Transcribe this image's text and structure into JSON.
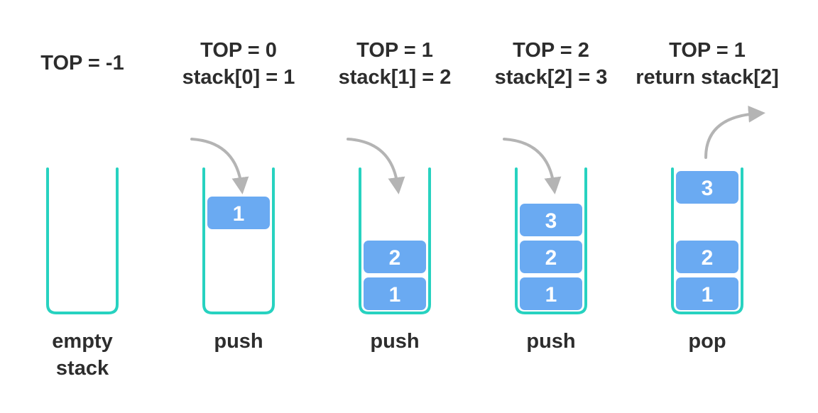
{
  "colors": {
    "container": "#27d2c0",
    "item": "#6aaaf2",
    "item_text": "#ffffff",
    "arrow": "#b4b4b4",
    "text": "#2d2d2d"
  },
  "states": [
    {
      "heading": [
        "TOP = -1"
      ],
      "items": [],
      "operation": [
        "empty",
        "stack"
      ],
      "arrow": "none"
    },
    {
      "heading": [
        "TOP = 0",
        "stack[0] = 1"
      ],
      "items": [],
      "incoming": "1",
      "operation": [
        "push"
      ],
      "arrow": "in"
    },
    {
      "heading": [
        "TOP = 1",
        "stack[1] = 2"
      ],
      "items": [
        "1",
        "2"
      ],
      "operation": [
        "push"
      ],
      "arrow": "in"
    },
    {
      "heading": [
        "TOP = 2",
        "stack[2] = 3"
      ],
      "items": [
        "1",
        "2",
        "3"
      ],
      "operation": [
        "push"
      ],
      "arrow": "in"
    },
    {
      "heading": [
        "TOP = 1",
        "return stack[2]"
      ],
      "items": [
        "1",
        "2"
      ],
      "outgoing": "3",
      "operation": [
        "pop"
      ],
      "arrow": "out"
    }
  ]
}
